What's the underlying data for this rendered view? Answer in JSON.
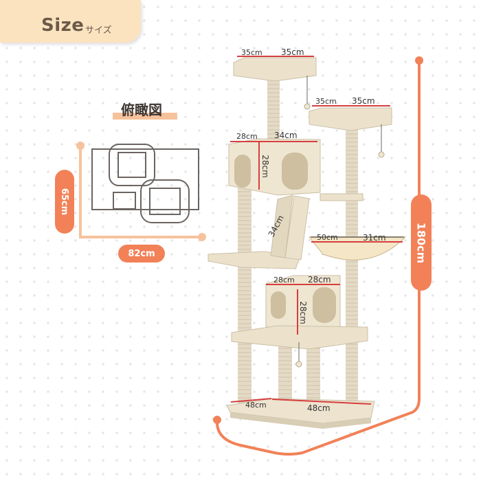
{
  "header": {
    "title": "Size",
    "subtitle": "サイズ"
  },
  "top_view": {
    "title": "俯瞰図",
    "depth": "65cm",
    "width": "82cm"
  },
  "height_label": "180cm",
  "dimensions": {
    "top_perch_a": "35cm",
    "top_perch_b": "35cm",
    "side_perch_a": "35cm",
    "side_perch_b": "35cm",
    "condo_upper_depth": "28cm",
    "condo_upper_width": "34cm",
    "condo_upper_height": "28cm",
    "ramp": "34cm",
    "hammock_width": "50cm",
    "hammock_depth": "31cm",
    "condo_lower_depth": "28cm",
    "condo_lower_width": "28cm",
    "condo_lower_height": "28cm",
    "base_depth": "48cm",
    "base_width": "48cm"
  },
  "colors": {
    "accent": "#f28158",
    "accent_light": "#f6c29c",
    "badge": "#fbe3c0",
    "plush": "#ece2cc",
    "sisal": "#ddd2bc"
  }
}
